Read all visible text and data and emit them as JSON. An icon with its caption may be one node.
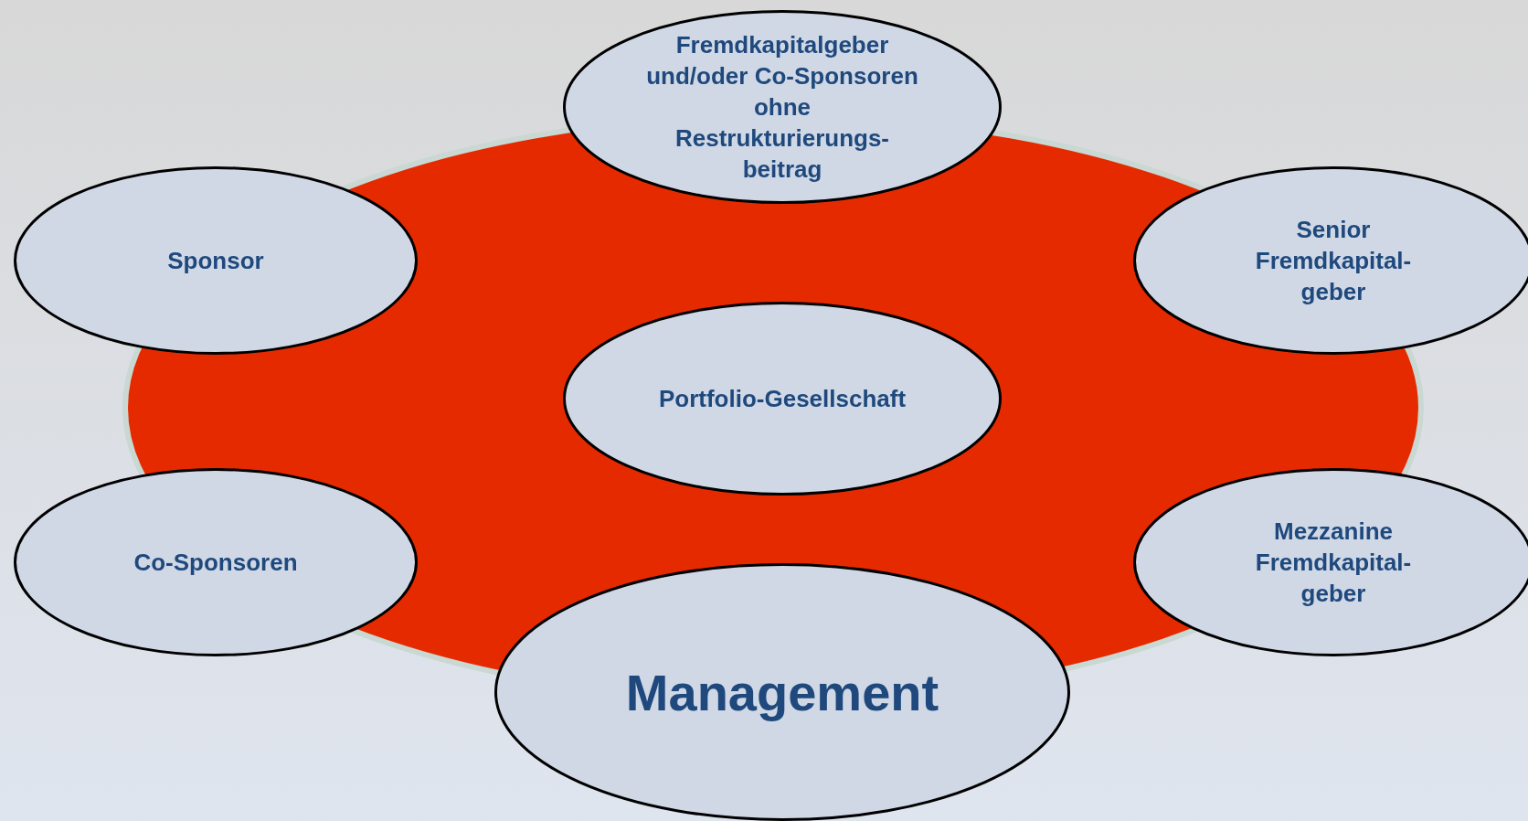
{
  "diagram": {
    "nodes": [
      {
        "text": [
          "Fremdkapitalgeber und/oder Co-Sponsoren ohne Restrukturierungs- beitrag"
        ]
      },
      {
        "text": [
          "Sponsor"
        ]
      },
      {
        "text": [
          "Senior Fremdkapital- geber"
        ]
      },
      {
        "text": [
          "Portfolio-Gesellschaft"
        ]
      },
      {
        "text": [
          "Co-Sponsoren"
        ]
      },
      {
        "text": [
          "Mezzanine Fremdkapital- geber"
        ]
      },
      {
        "text": [
          "Management"
        ]
      }
    ]
  }
}
